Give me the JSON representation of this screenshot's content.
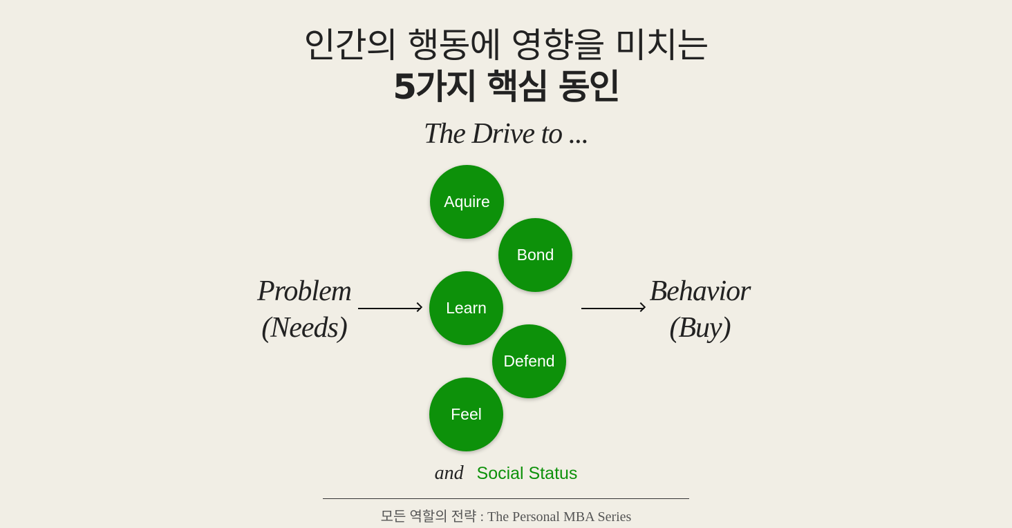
{
  "header": {
    "title_line1": "인간의 행동에 영향을 미치는",
    "title_line2": "5가지 핵심 동인"
  },
  "diagram": {
    "subtitle": "The Drive to ...",
    "input": {
      "line1": "Problem",
      "line2": "(Needs)"
    },
    "output": {
      "line1": "Behavior",
      "line2": "(Buy)"
    },
    "drives": [
      "Aquire",
      "Bond",
      "Learn",
      "Defend",
      "Feel"
    ],
    "extra": {
      "and": "and",
      "label": "Social Status"
    },
    "colors": {
      "circle": "#0d910a",
      "background": "#f1eee5",
      "text": "#222222"
    }
  },
  "footer": {
    "source": "모든 역할의 전략 : The Personal MBA Series"
  }
}
